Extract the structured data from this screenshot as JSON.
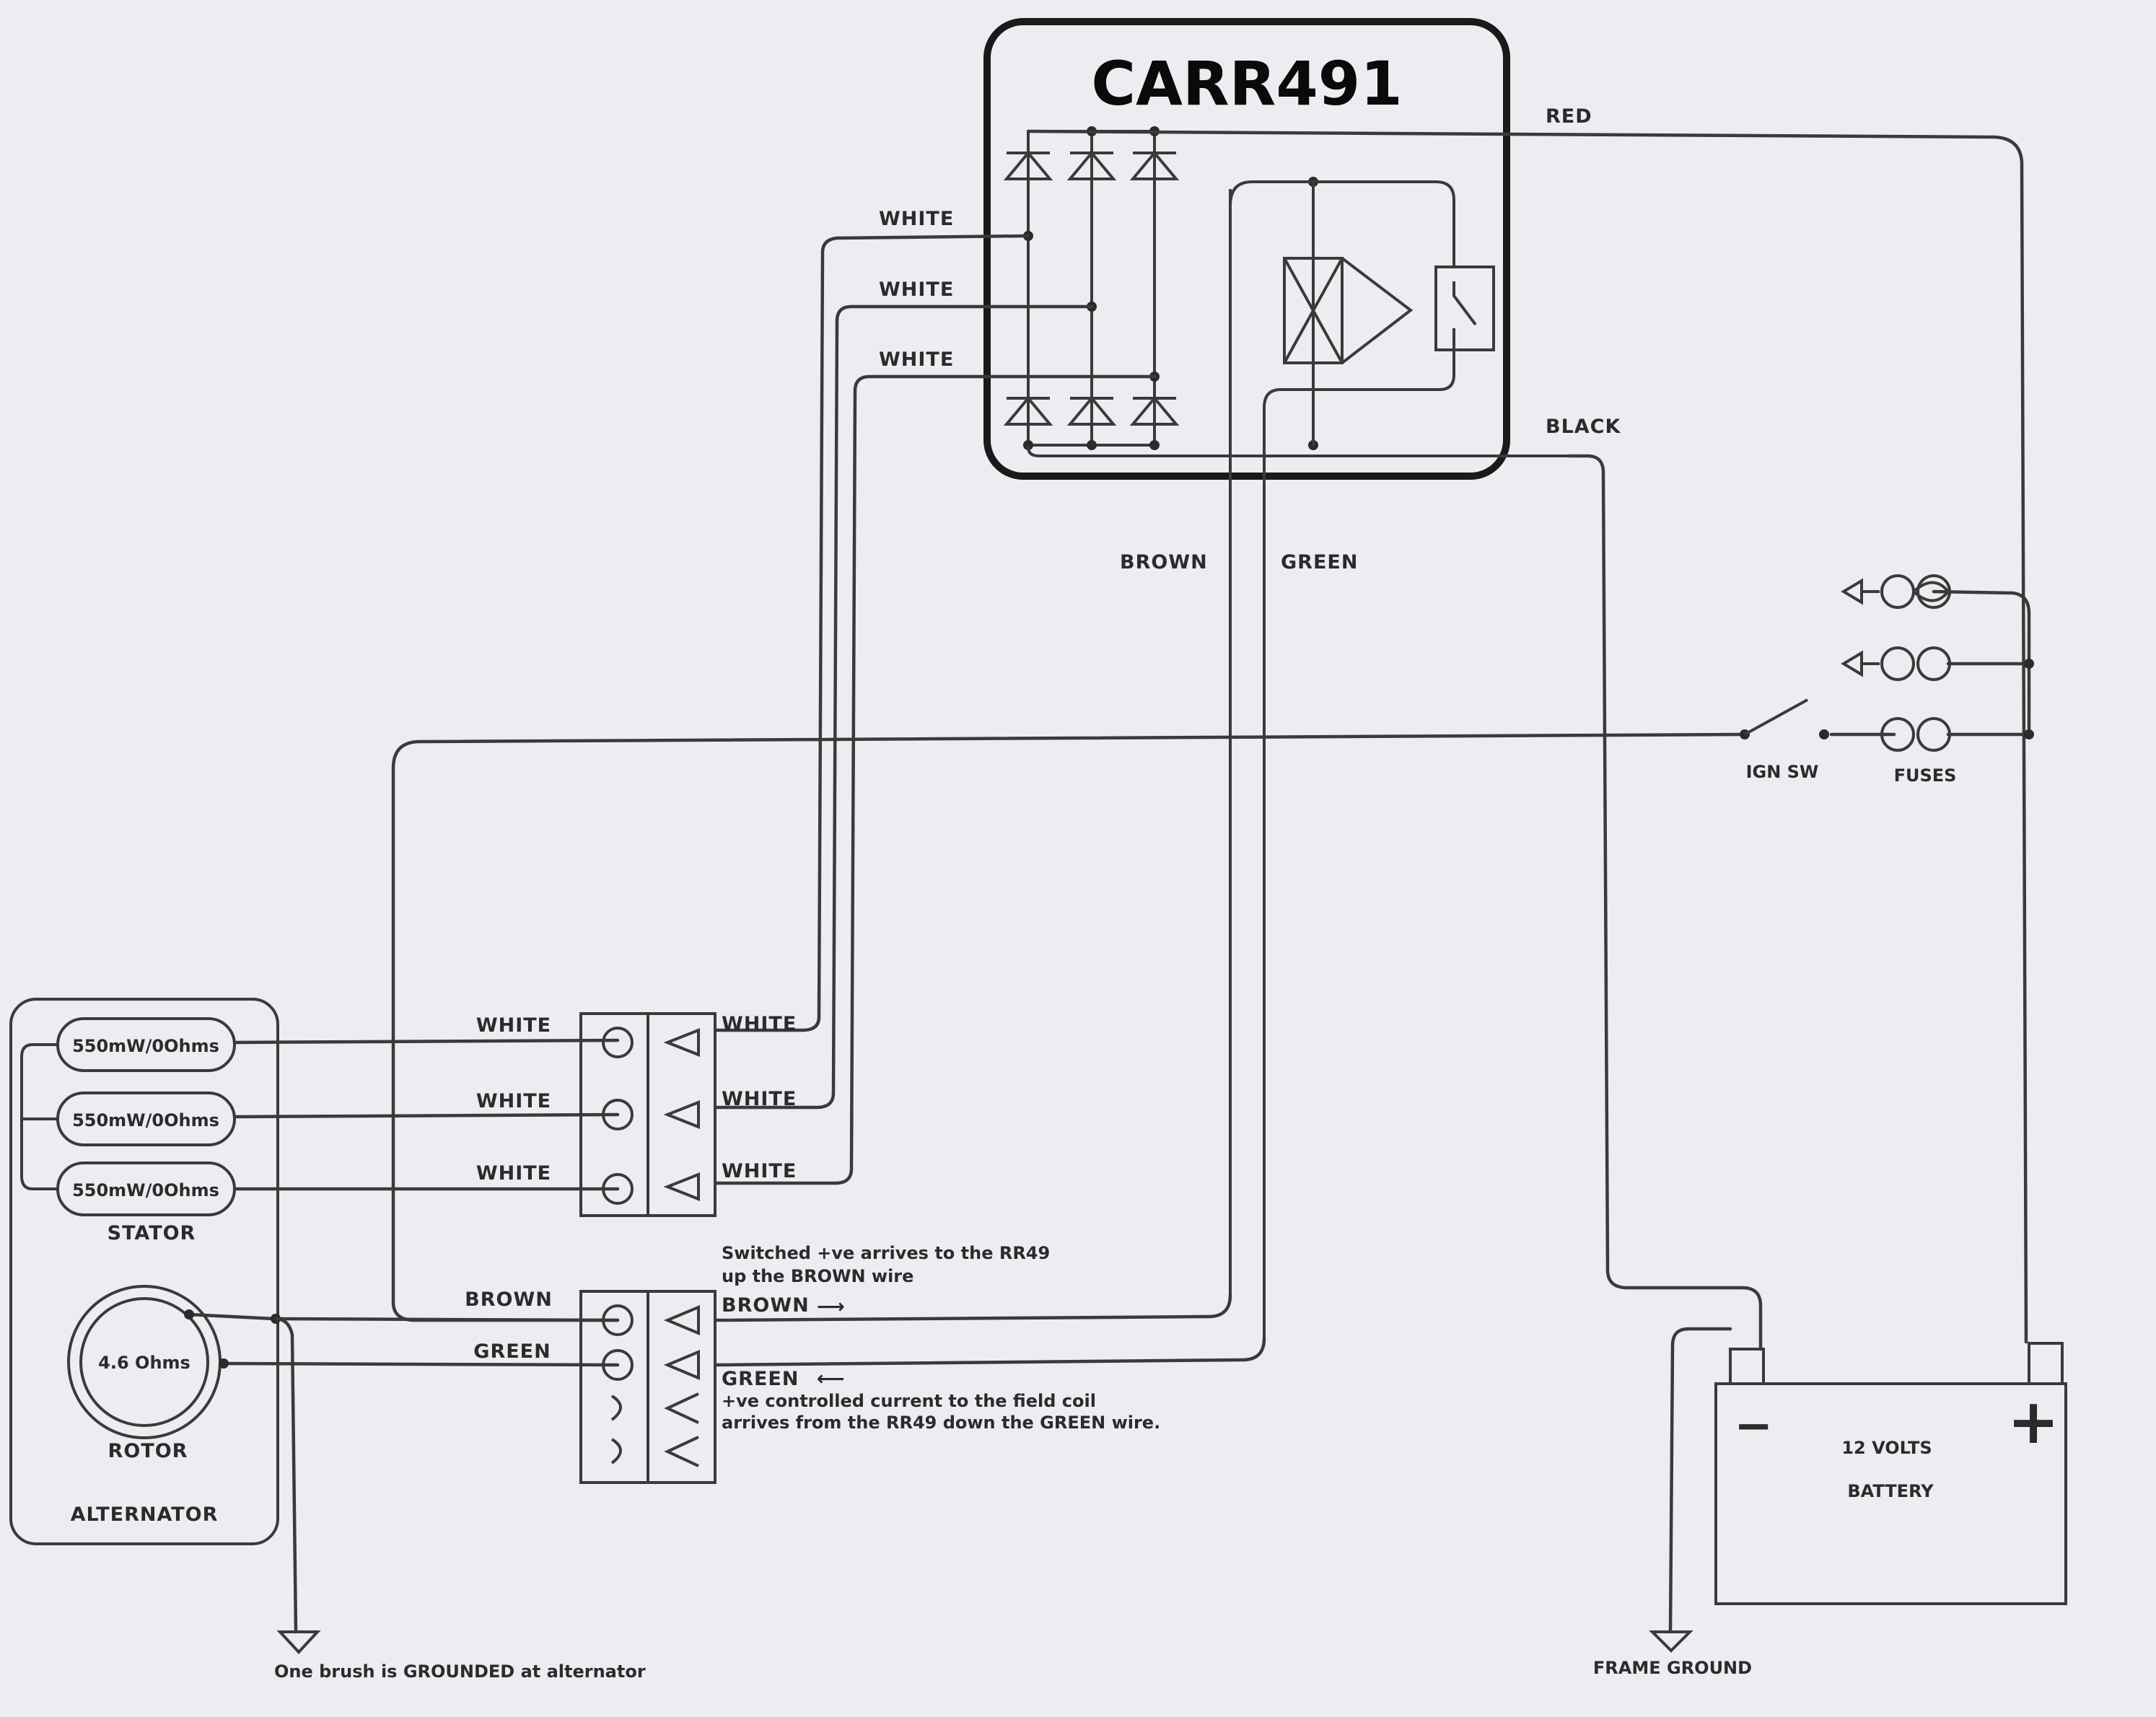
{
  "regulator": {
    "title": "CARR491"
  },
  "wires": {
    "red": "RED",
    "black": "BLACK",
    "white_1": "WHITE",
    "white_2": "WHITE",
    "white_3": "WHITE",
    "brown": "BROWN",
    "green": "GREEN"
  },
  "stator": {
    "label": "STATOR",
    "windings": [
      "550mW/0Ohms",
      "550mW/0Ohms",
      "550mW/0Ohms"
    ]
  },
  "rotor": {
    "label": "ROTOR",
    "value": "4.6 Ohms"
  },
  "alternator": {
    "label": "ALTERNATOR"
  },
  "connector_a": {
    "left_labels": [
      "WHITE",
      "WHITE",
      "WHITE"
    ],
    "right_labels": [
      "WHITE",
      "WHITE",
      "WHITE"
    ]
  },
  "connector_b": {
    "left_labels": [
      "BROWN",
      "GREEN"
    ],
    "right_brown": "BROWN",
    "right_green": "GREEN",
    "arrow_right": "⟶",
    "arrow_left": "⟵",
    "note_brown_1": "Switched +ve arrives to the RR49",
    "note_brown_2": "up the BROWN wire",
    "note_green_1": "+ve controlled current to the field coil",
    "note_green_2": "arrives from the RR49 down the GREEN wire."
  },
  "ignition": {
    "label": "IGN SW"
  },
  "fuses": {
    "label": "FUSES"
  },
  "battery": {
    "minus": "−",
    "plus": "+",
    "line1": "12 VOLTS",
    "line2": "BATTERY"
  },
  "grounds": {
    "alternator": "One brush is GROUNDED at alternator",
    "frame": "FRAME GROUND"
  }
}
